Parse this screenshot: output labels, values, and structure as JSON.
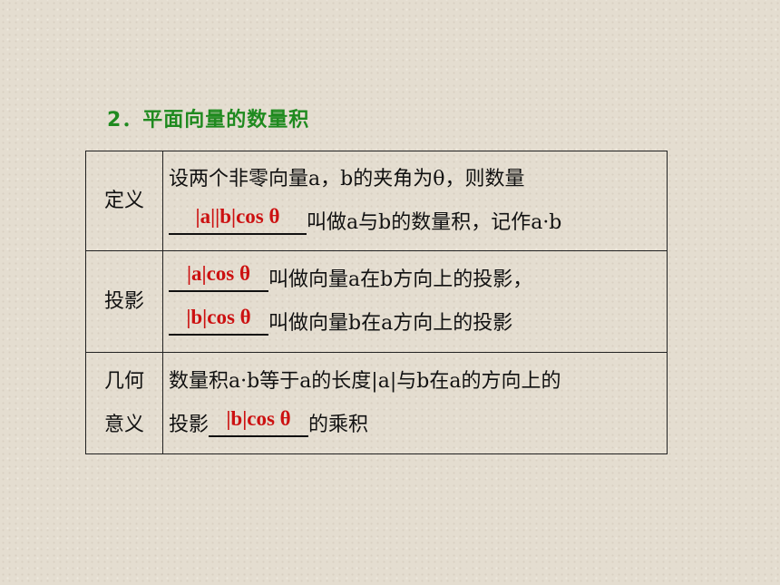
{
  "section_title": "2．平面向量的数量积",
  "rows": [
    {
      "term": [
        "定义"
      ],
      "lines": [
        {
          "text": "设两个非零向量a，b的夹角为θ，则数量"
        },
        {
          "blank": "|a||b|cos θ",
          "after": "叫做a与b的数量积，记作a·b"
        }
      ]
    },
    {
      "term": [
        "投影"
      ],
      "lines": [
        {
          "blank": "|a|cos θ",
          "after": "叫做向量a在b方向上的投影，"
        },
        {
          "blank": "|b|cos θ",
          "after": "叫做向量b在a方向上的投影"
        }
      ]
    },
    {
      "term": [
        "几何",
        "意义"
      ],
      "lines": [
        {
          "text": "数量积a·b等于a的长度|a|与b在a的方向上的"
        },
        {
          "before": "投影",
          "blank": "|b|cos θ",
          "after": "的乘积"
        }
      ]
    }
  ]
}
